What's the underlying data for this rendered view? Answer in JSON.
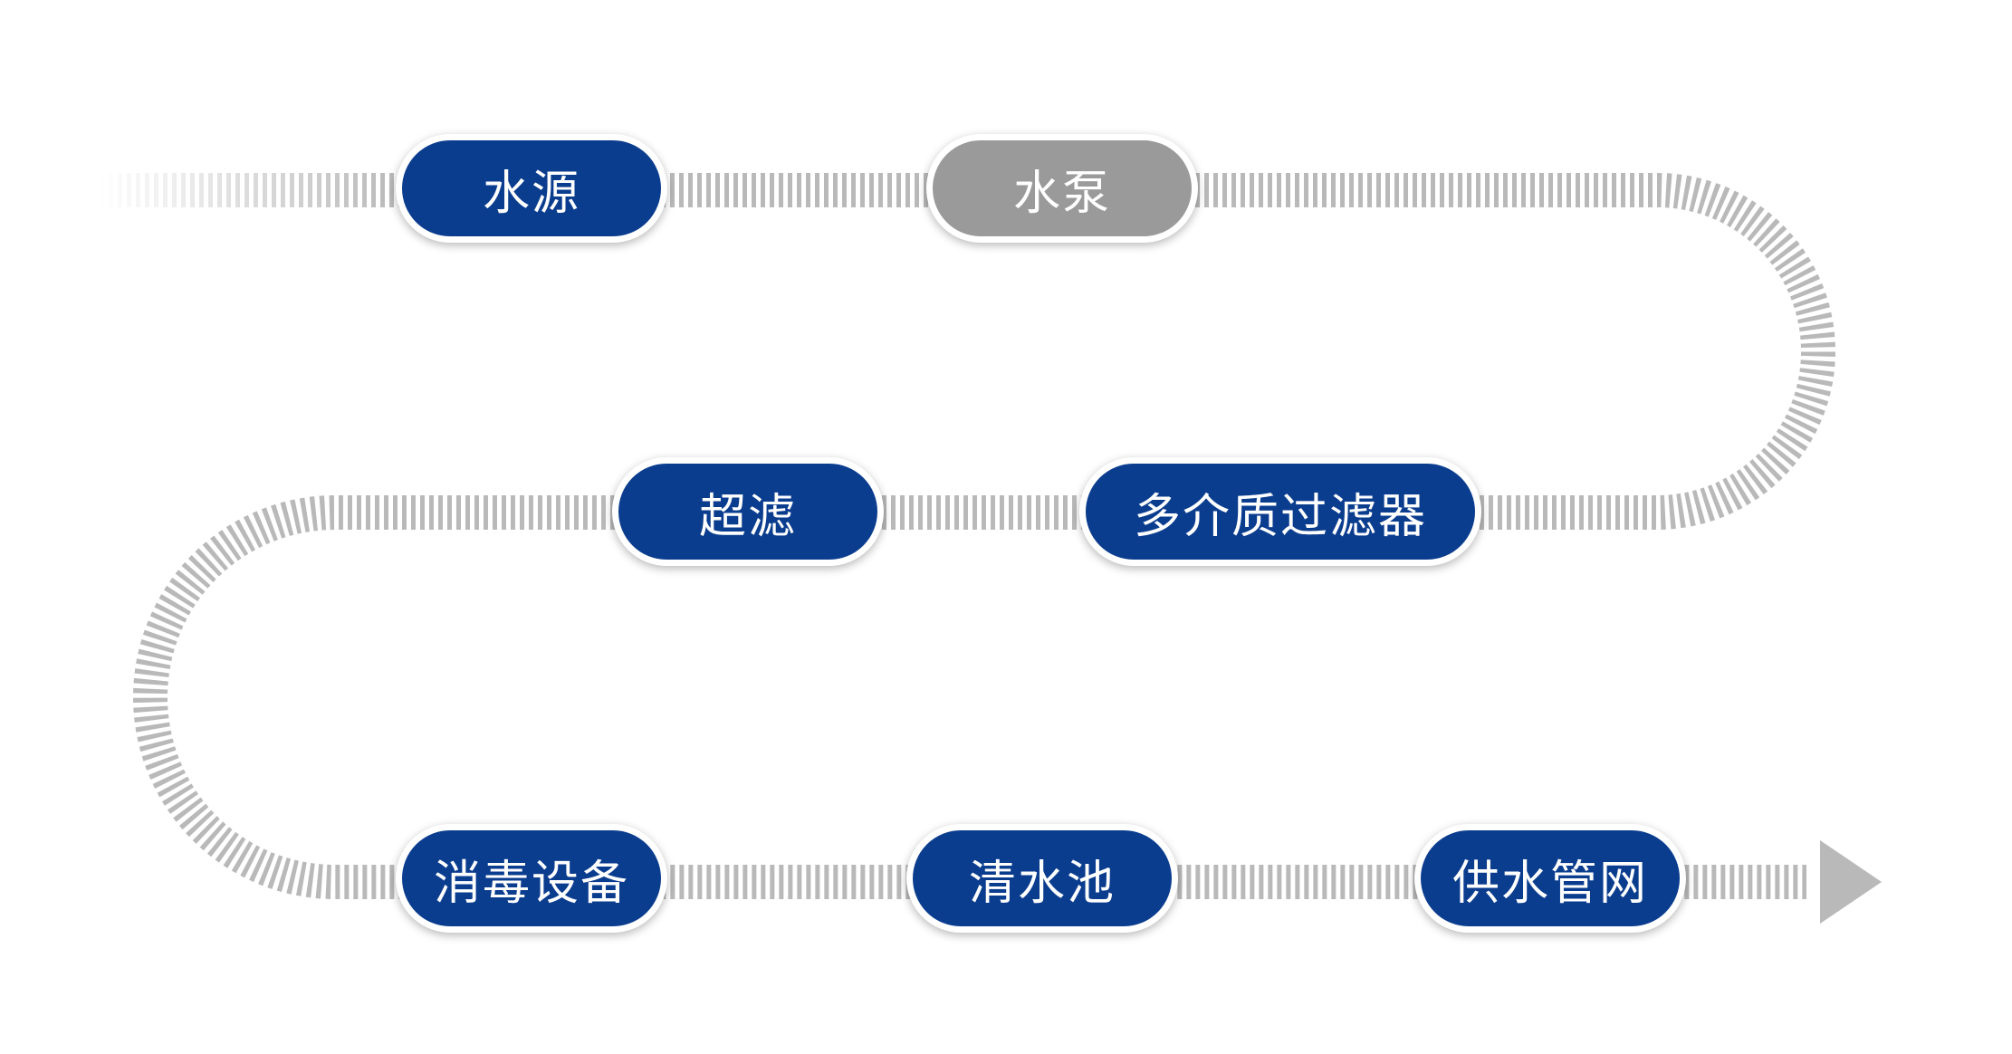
{
  "diagram": {
    "colors": {
      "node_primary": "#0b3d8f",
      "node_secondary": "#9a9a9a",
      "pipe": "#b9b9b9",
      "arrow": "#b9b9b9"
    },
    "nodes": [
      {
        "id": "water-source",
        "label": "水源",
        "style": "primary"
      },
      {
        "id": "water-pump",
        "label": "水泵",
        "style": "secondary"
      },
      {
        "id": "multimedia-filter",
        "label": "多介质过滤器",
        "style": "primary"
      },
      {
        "id": "ultrafiltration",
        "label": "超滤",
        "style": "primary"
      },
      {
        "id": "disinfection-equipment",
        "label": "消毒设备",
        "style": "primary"
      },
      {
        "id": "clear-water-tank",
        "label": "清水池",
        "style": "primary"
      },
      {
        "id": "water-supply-network",
        "label": "供水管网",
        "style": "primary"
      }
    ],
    "flow_order": [
      "水源",
      "水泵",
      "多介质过滤器",
      "超滤",
      "消毒设备",
      "清水池",
      "供水管网"
    ]
  }
}
